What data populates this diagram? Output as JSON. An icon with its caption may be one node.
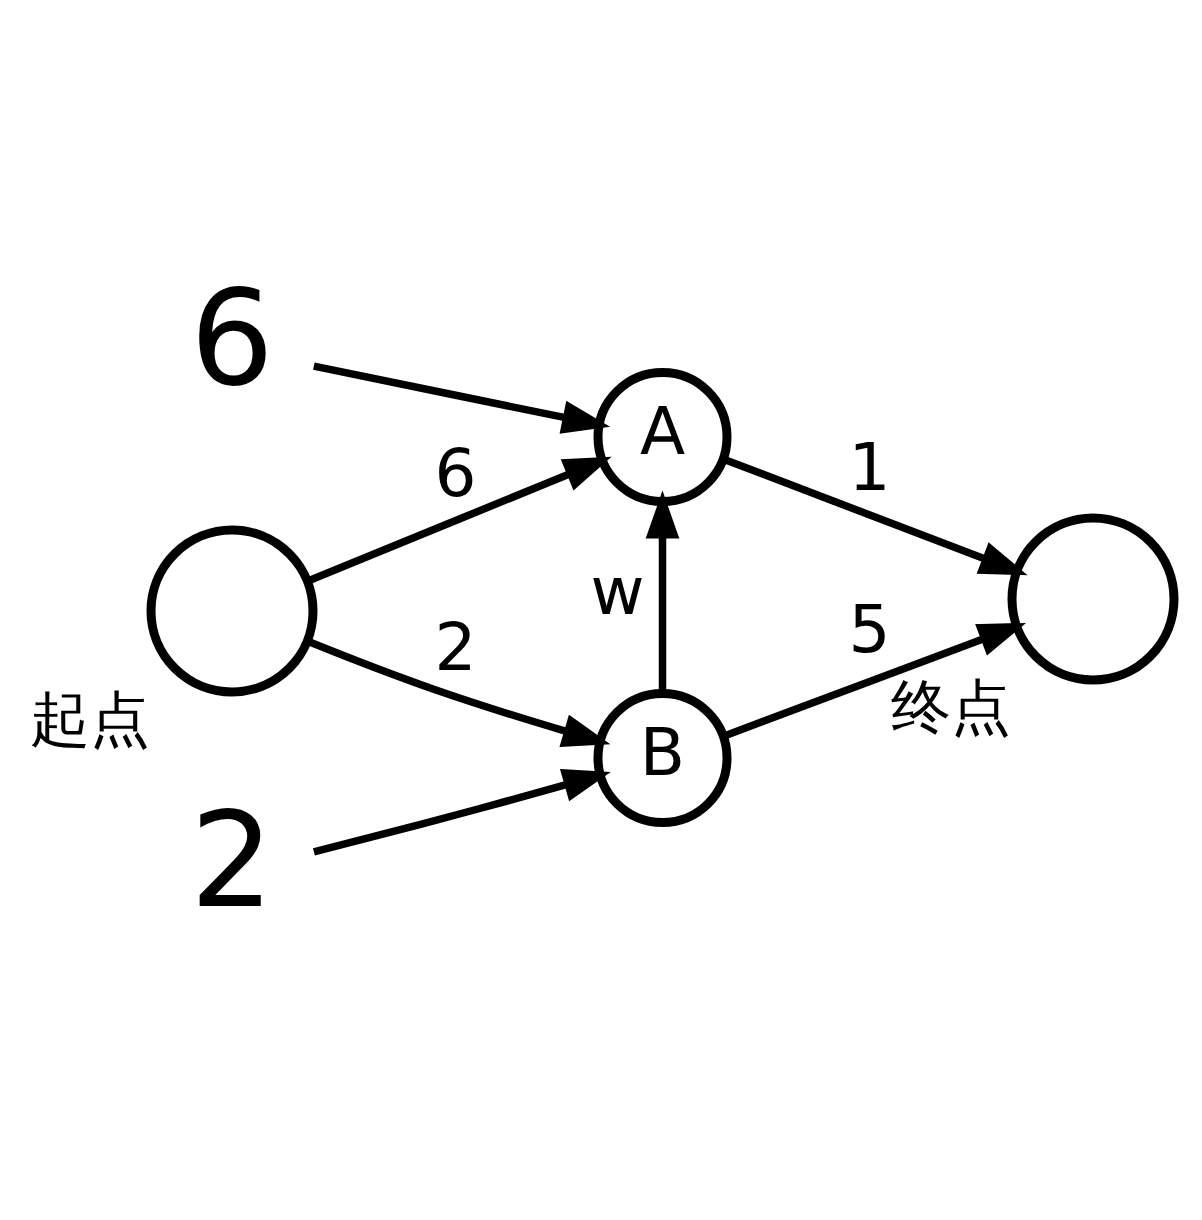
{
  "diagram": {
    "nodes": [
      {
        "text": [
          "6"
        ]
      },
      {
        "text": [
          "A"
        ]
      },
      {
        "text": [],
        "shape": "circle",
        "beside": [
          "起点"
        ]
      },
      {
        "text": [],
        "shape": "circle",
        "beside": [
          "终点"
        ]
      },
      {
        "text": [
          "B"
        ]
      },
      {
        "text": [
          "2"
        ]
      }
    ],
    "edges": [
      {
        "from": 0,
        "to": 1,
        "arrow": "to"
      },
      {
        "from": 2,
        "to": 1,
        "label": "6",
        "arrow": "to"
      },
      {
        "from": 1,
        "to": 3,
        "label": "1",
        "arrow": "to"
      },
      {
        "from": 2,
        "to": 4,
        "label": "2",
        "arrow": "to"
      },
      {
        "from": 4,
        "to": 1,
        "label": "w",
        "arrow": "to"
      },
      {
        "from": 4,
        "to": 3,
        "label": "5",
        "arrow": "to"
      },
      {
        "from": 5,
        "to": 4,
        "arrow": "to"
      }
    ]
  }
}
